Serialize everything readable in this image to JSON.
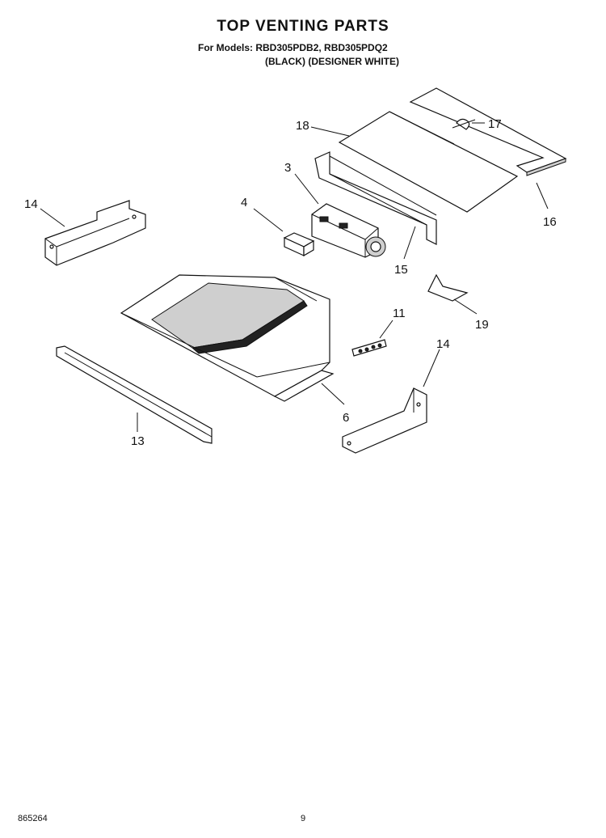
{
  "header": {
    "title": "TOP VENTING PARTS",
    "models_line": "For Models: RBD305PDB2, RBD305PDQ2",
    "colors_line": "(BLACK)   (DESIGNER WHITE)"
  },
  "callouts": {
    "c3": "3",
    "c4": "4",
    "c6": "6",
    "c11": "11",
    "c13": "13",
    "c14_left": "14",
    "c14_right": "14",
    "c15": "15",
    "c16": "16",
    "c17": "17",
    "c18": "18",
    "c19": "19"
  },
  "footer": {
    "doc_number": "865264",
    "page_number": "9"
  }
}
